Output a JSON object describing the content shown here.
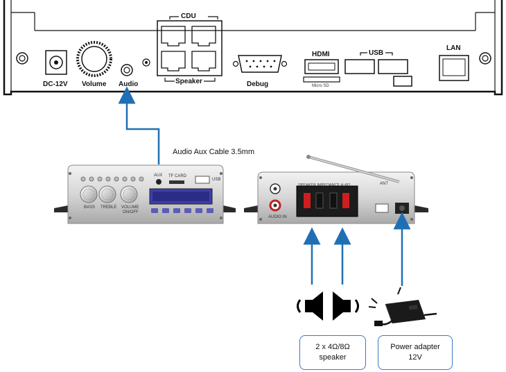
{
  "device_panel": {
    "dc_label": "DC-12V",
    "volume_label": "Volume",
    "audio_label": "Audio",
    "cdu_label": "CDU",
    "speaker_label": "Speaker",
    "debug_label": "Debug",
    "hdmi_label": "HDMI",
    "micro_sd_label": "Micro SD",
    "usb_label": "USB",
    "lan_label": "LAN"
  },
  "cable_label": "Audio Aux Cable 3.5mm",
  "amp_front": {
    "aux_label": "AUX",
    "tf_label": "TF CARD",
    "usb_label": "USB",
    "bass_label": "BASS",
    "treble_label": "TREBLE",
    "volume_label": "VOLUME",
    "onoff_label": "ON/OFF"
  },
  "amp_back": {
    "impedance_label": "SPEAKER IMPEDANCE 4~8Ω",
    "audio_in_label": "AUDIO IN",
    "ant_label": "ANT"
  },
  "speaker_box": {
    "line1": "2 x 4Ω/8Ω",
    "line2": "speaker"
  },
  "power_box": {
    "line1": "Power adapter",
    "line2": "12V"
  },
  "colors": {
    "arrow": "#1f6fb5",
    "box_border": "#3b78c2",
    "panel": "#111111"
  }
}
